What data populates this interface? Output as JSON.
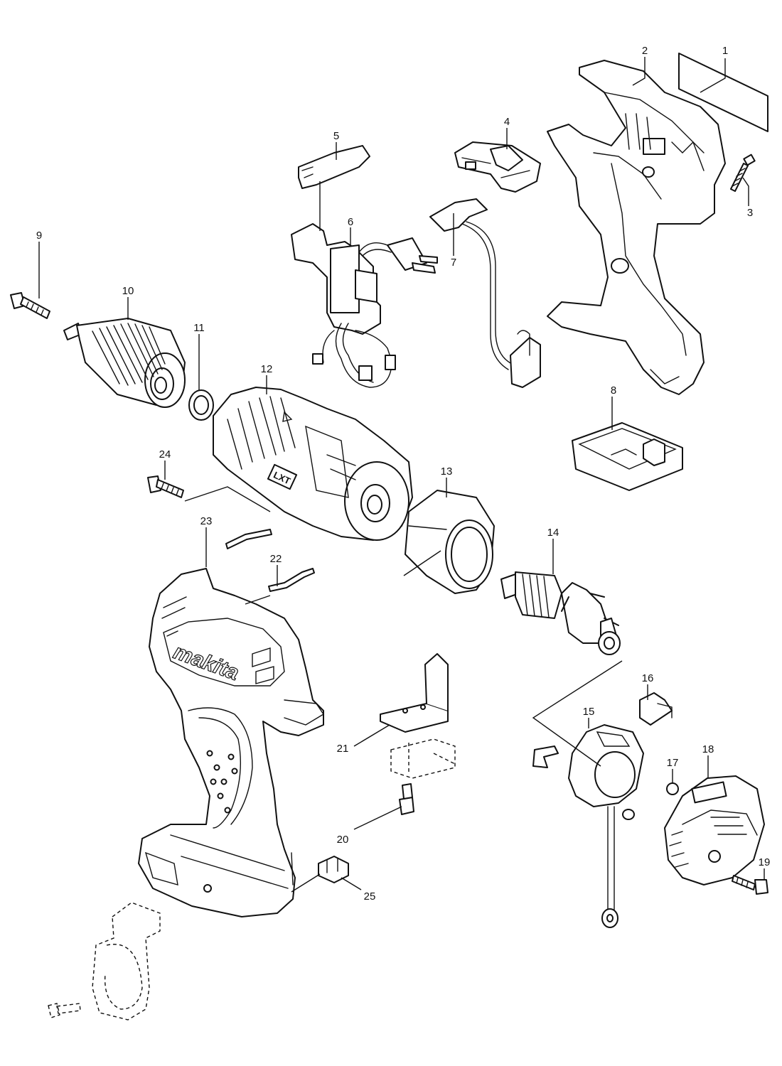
{
  "diagram": {
    "type": "exploded-parts-view",
    "callouts": [
      {
        "id": "1",
        "label": "1"
      },
      {
        "id": "2",
        "label": "2"
      },
      {
        "id": "3",
        "label": "3"
      },
      {
        "id": "4",
        "label": "4"
      },
      {
        "id": "5",
        "label": "5"
      },
      {
        "id": "6",
        "label": "6"
      },
      {
        "id": "7",
        "label": "7"
      },
      {
        "id": "8",
        "label": "8"
      },
      {
        "id": "9",
        "label": "9"
      },
      {
        "id": "10",
        "label": "10"
      },
      {
        "id": "11",
        "label": "11"
      },
      {
        "id": "12",
        "label": "12"
      },
      {
        "id": "13",
        "label": "13"
      },
      {
        "id": "14",
        "label": "14"
      },
      {
        "id": "15",
        "label": "15"
      },
      {
        "id": "16",
        "label": "16"
      },
      {
        "id": "17",
        "label": "17"
      },
      {
        "id": "18",
        "label": "18"
      },
      {
        "id": "19",
        "label": "19"
      },
      {
        "id": "20",
        "label": "20"
      },
      {
        "id": "21",
        "label": "21"
      },
      {
        "id": "22",
        "label": "22"
      },
      {
        "id": "23",
        "label": "23"
      },
      {
        "id": "24",
        "label": "24"
      },
      {
        "id": "25",
        "label": "25"
      }
    ],
    "housing_logo": "makita",
    "gearbox_badge": "LXT",
    "colors": {
      "line": "#111111",
      "background": "#ffffff"
    }
  }
}
